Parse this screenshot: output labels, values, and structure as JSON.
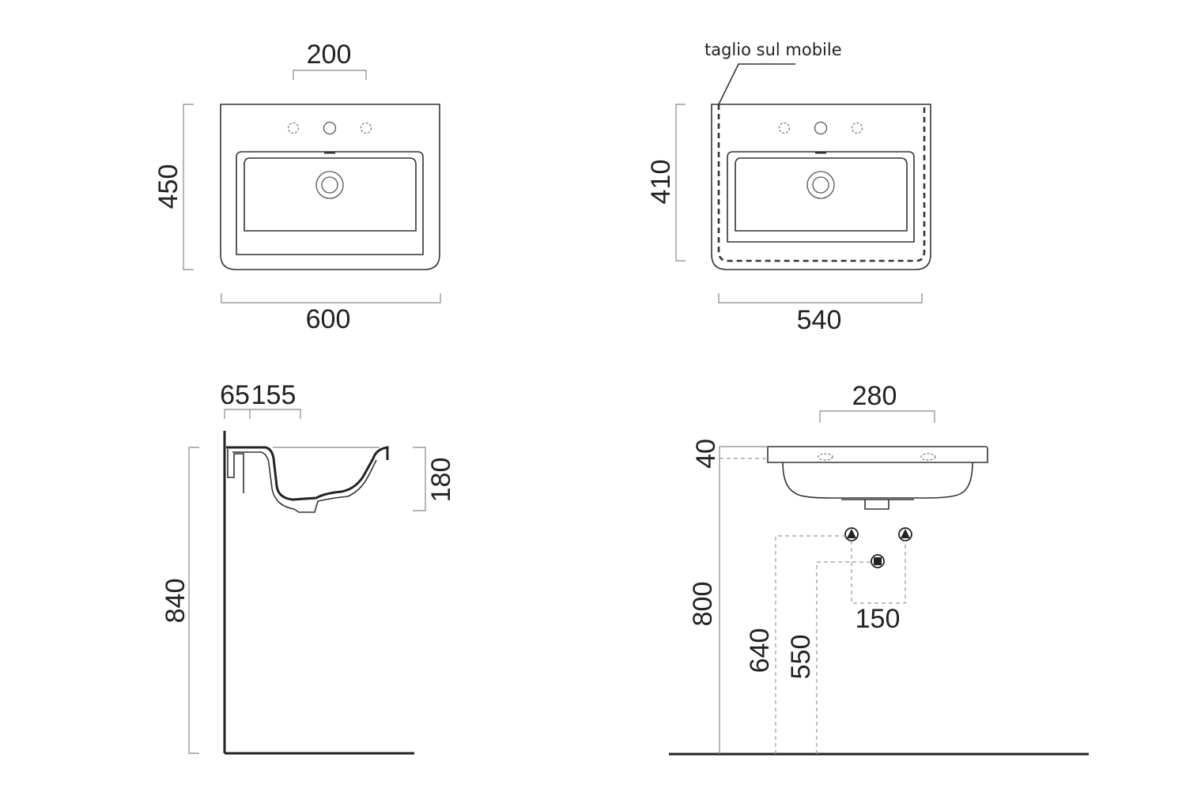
{
  "top_view": {
    "width_label": "600",
    "depth_label": "450",
    "tap_spacing_label": "200"
  },
  "cutout_view": {
    "note_label": "taglio sul mobile",
    "width_label": "540",
    "depth_label": "410"
  },
  "side_view": {
    "offset_a_label": "65",
    "offset_b_label": "155",
    "bowl_depth_label": "180",
    "height_label": "840"
  },
  "front_view": {
    "hole_spacing_label": "280",
    "rim_label": "40",
    "top_height_label": "800",
    "supply_height_label": "640",
    "waste_height_label": "550",
    "supply_spacing_label": "150"
  }
}
